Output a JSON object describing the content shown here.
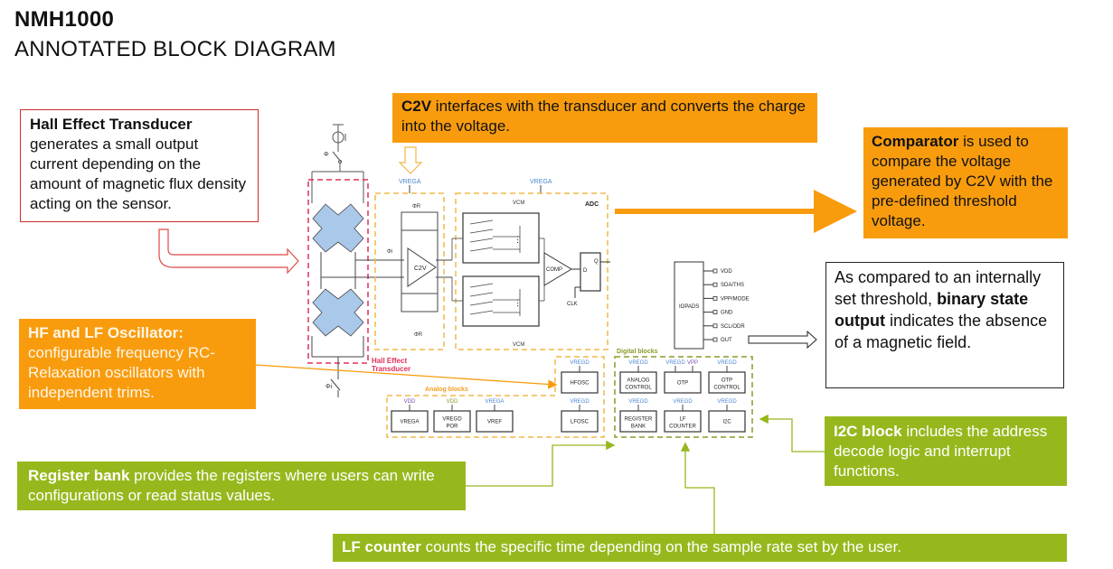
{
  "header": {
    "title": "NMH1000",
    "subtitle": "ANNOTATED BLOCK DIAGRAM"
  },
  "callouts": {
    "hall": {
      "bold": "Hall Effect Transducer",
      "text": " generates a small output current depending on the amount of magnetic flux density acting on the sensor."
    },
    "c2v": {
      "bold": "C2V",
      "text": " interfaces with the transducer and converts the charge into the voltage."
    },
    "comparator": {
      "bold": "Comparator",
      "text": " is used to compare the voltage generated by C2V with the pre-defined threshold voltage."
    },
    "oscillator": {
      "bold": "HF and LF Oscillator:",
      "text": " configurable frequency RC-Relaxation oscillators with independent trims."
    },
    "binary": {
      "pre": "As compared to an internally set threshold, ",
      "bold": "binary state output",
      "text": " indicates the absence of a magnetic field."
    },
    "i2c": {
      "bold": "I2C block",
      "text": " includes the address decode logic and interrupt functions."
    },
    "register": {
      "bold": "Register bank",
      "text": " provides the registers where users can write configurations or read status values."
    },
    "lfcounter": {
      "bold": "LF counter",
      "text": " counts the specific time depending on the sample rate set by the user."
    }
  },
  "diagram": {
    "hall_label_1": "Hall Effect",
    "hall_label_2": "Transducer",
    "phi_i": "Φi",
    "phi_r": "ΦR",
    "c2v_supply": "VREGA",
    "adc_supply": "VREGA",
    "c2v_label": "C2V",
    "adc_label": "ADC",
    "vcm": "VCM",
    "comp_label": "COMP",
    "ff_d": "D",
    "ff_q": "Q",
    "clk": "CLK",
    "iopads_label": "IOPADS",
    "pins": [
      "VDD",
      "SDA/THS",
      "VPP/MODE",
      "GND",
      "SCL/ODR",
      "OUT"
    ],
    "analog_title": "Analog blocks",
    "digital_title": "Digital blocks",
    "analog_blocks": [
      {
        "name": "VREGA",
        "supply": "VDD",
        "supply_color": "#7a4fb0"
      },
      {
        "name": "VREGD POR",
        "supply": "VDD",
        "supply_color": "#8a9a2a"
      },
      {
        "name": "VREF",
        "supply": "VREGA",
        "supply_color": "#4a86d0"
      },
      {
        "name": "LFOSC",
        "supply": "VREGD",
        "supply_color": "#4a86d0"
      }
    ],
    "hfosc": {
      "name": "HFOSC",
      "supply": "VREGD"
    },
    "digital_blocks": [
      {
        "name": "ANALOG CONTROL",
        "supply": "VREGD"
      },
      {
        "name": "OTP",
        "supply": "VREGD",
        "supply2": "VPP"
      },
      {
        "name": "OTP CONTROL",
        "supply": "VREGD"
      },
      {
        "name": "REGISTER BANK",
        "supply": "VREGD"
      },
      {
        "name": "LF COUNTER",
        "supply": "VREGD"
      },
      {
        "name": "I2C",
        "supply": "VREGD"
      }
    ]
  },
  "colors": {
    "orange": "#f89c0e",
    "green": "#97b81d",
    "hall_red": "#d22a2a",
    "transducer_pink": "#e0305a",
    "element_blue": "#a9c8ea",
    "supply_blue": "#4a86d0",
    "dash_orange": "#f2b84a",
    "dash_olive": "#8a9a2a"
  }
}
